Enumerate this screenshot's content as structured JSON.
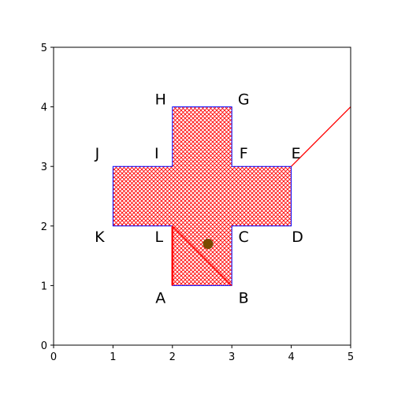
{
  "colors": {
    "fill_hatch": "#ff0000",
    "region_outline": "#0000ff",
    "line": "#ff0000",
    "marker": "#7a4a00",
    "axes": "#000000",
    "background": "#ffffff"
  },
  "chart_data": {
    "type": "scatter",
    "xlim": [
      0,
      5
    ],
    "ylim": [
      0,
      5
    ],
    "xticks": [
      "0",
      "1",
      "2",
      "3",
      "4",
      "5"
    ],
    "yticks": [
      "0",
      "1",
      "2",
      "3",
      "4",
      "5"
    ],
    "grid": false,
    "region": {
      "vertices": [
        [
          2,
          1
        ],
        [
          3,
          1
        ],
        [
          3,
          2
        ],
        [
          4,
          2
        ],
        [
          4,
          3
        ],
        [
          3,
          3
        ],
        [
          3,
          4
        ],
        [
          2,
          4
        ],
        [
          2,
          3
        ],
        [
          1,
          3
        ],
        [
          1,
          2
        ],
        [
          2,
          2
        ]
      ],
      "fill": "red cross-hatch",
      "outline": "blue"
    },
    "points": [
      {
        "label": "A",
        "x": 2,
        "y": 1
      },
      {
        "label": "B",
        "x": 3,
        "y": 1
      },
      {
        "label": "C",
        "x": 3,
        "y": 2
      },
      {
        "label": "D",
        "x": 4,
        "y": 2
      },
      {
        "label": "E",
        "x": 4,
        "y": 3
      },
      {
        "label": "F",
        "x": 3,
        "y": 3
      },
      {
        "label": "G",
        "x": 3,
        "y": 4
      },
      {
        "label": "H",
        "x": 2,
        "y": 4
      },
      {
        "label": "I",
        "x": 2,
        "y": 3
      },
      {
        "label": "J",
        "x": 1,
        "y": 3
      },
      {
        "label": "K",
        "x": 1,
        "y": 2
      },
      {
        "label": "L",
        "x": 2,
        "y": 2
      }
    ],
    "lines": [
      {
        "from": [
          2,
          2
        ],
        "to": [
          3,
          1
        ]
      },
      {
        "from": [
          2,
          2
        ],
        "to": [
          2,
          1
        ]
      },
      {
        "from": [
          4,
          3
        ],
        "to": [
          5,
          4
        ]
      }
    ],
    "marker": {
      "x": 2.6,
      "y": 1.7
    }
  }
}
